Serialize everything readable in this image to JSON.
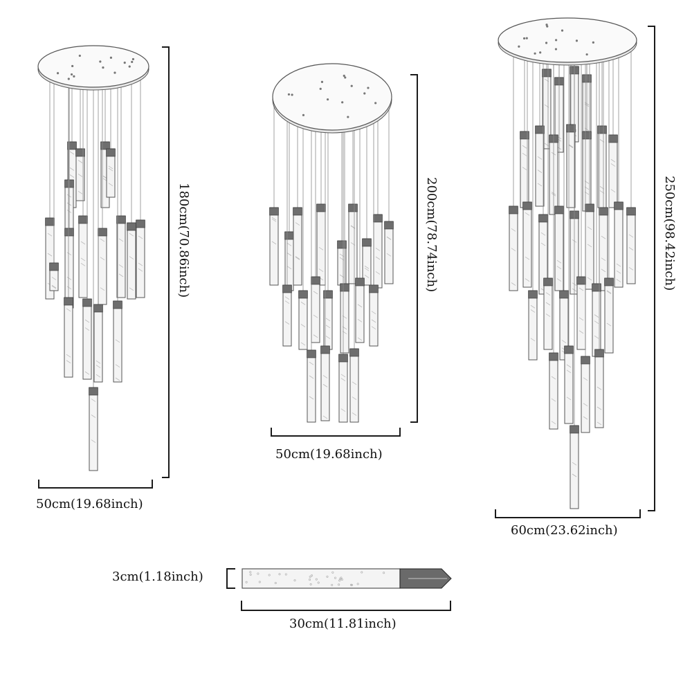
{
  "chandeliers": [
    {
      "name": "chandelier-180",
      "height_label": "180cm(70.86inch)",
      "width_label": "50cm(19.68inch)"
    },
    {
      "name": "chandelier-200",
      "height_label": "200cm(78.74inch)",
      "width_label": "50cm(19.68inch)"
    },
    {
      "name": "chandelier-250",
      "height_label": "250cm(98.42inch)",
      "width_label": "60cm(23.62inch)"
    }
  ],
  "tube": {
    "diameter_label": "3cm(1.18inch)",
    "length_label": "30cm(11.81inch)"
  },
  "colors": {
    "line": "#1a1a1a",
    "sketch": "#555555",
    "glass": "#f4f4f4"
  }
}
